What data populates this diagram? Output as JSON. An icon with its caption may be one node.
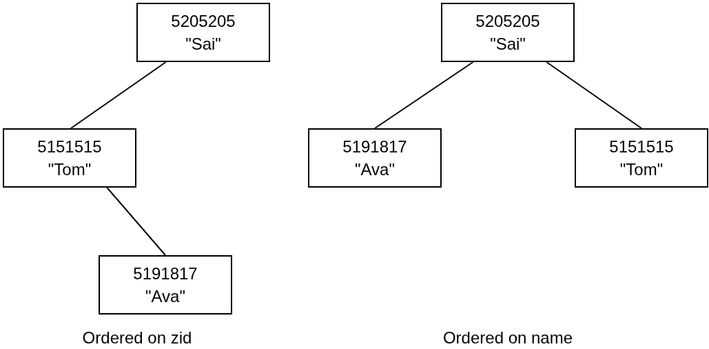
{
  "diagram": {
    "nodes": [
      {
        "text": [
          "5205205",
          "\"Sai\""
        ]
      },
      {
        "text": [
          "5151515",
          "\"Tom\""
        ]
      },
      {
        "text": [
          "5191817",
          "\"Ava\""
        ]
      },
      {
        "text": [
          "5205205",
          "\"Sai\""
        ]
      },
      {
        "text": [
          "5191817",
          "\"Ava\""
        ]
      },
      {
        "text": [
          "5151515",
          "\"Tom\""
        ]
      }
    ],
    "edges": [
      {
        "from": 0,
        "to": 1,
        "arrow": "none"
      },
      {
        "from": 1,
        "to": 2,
        "arrow": "none"
      },
      {
        "from": 3,
        "to": 4,
        "arrow": "none"
      },
      {
        "from": 3,
        "to": 5,
        "arrow": "none"
      }
    ],
    "labels": [
      "Ordered on zid",
      "Ordered on name"
    ]
  }
}
